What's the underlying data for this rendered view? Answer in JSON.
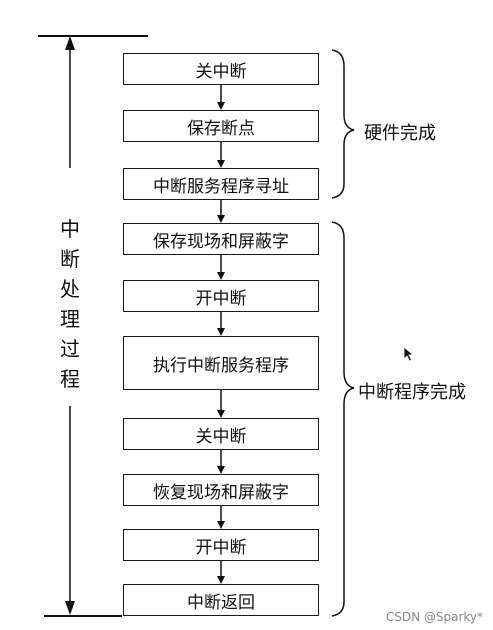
{
  "steps": [
    {
      "label": "关中断"
    },
    {
      "label": "保存断点"
    },
    {
      "label": "中断服务程序寻址"
    },
    {
      "label": "保存现场和屏蔽字"
    },
    {
      "label": "开中断"
    },
    {
      "label": "执行中断服务程序"
    },
    {
      "label": "关中断"
    },
    {
      "label": "恢复现场和屏蔽字"
    },
    {
      "label": "开中断"
    },
    {
      "label": "中断返回"
    }
  ],
  "process_label": [
    "中",
    "断",
    "处",
    "理",
    "过",
    "程"
  ],
  "braces": {
    "hardware": "硬件完成",
    "program": "中断程序完成"
  },
  "watermark": "CSDN @Sparky*"
}
